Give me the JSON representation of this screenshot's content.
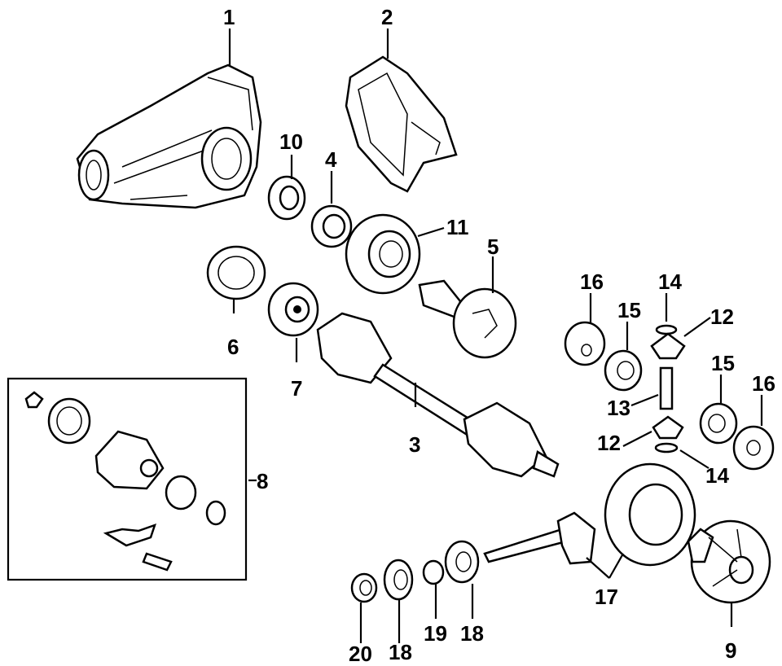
{
  "callouts": {
    "c1": "1",
    "c2": "2",
    "c3": "3",
    "c4": "4",
    "c5": "5",
    "c6": "6",
    "c7": "7",
    "c8": "8",
    "c9": "9",
    "c10": "10",
    "c11": "11",
    "c12a": "12",
    "c12b": "12",
    "c13": "13",
    "c14a": "14",
    "c14b": "14",
    "c15a": "15",
    "c15b": "15",
    "c16a": "16",
    "c16b": "16",
    "c17": "17",
    "c18a": "18",
    "c18b": "18",
    "c19": "19",
    "c20": "20"
  }
}
